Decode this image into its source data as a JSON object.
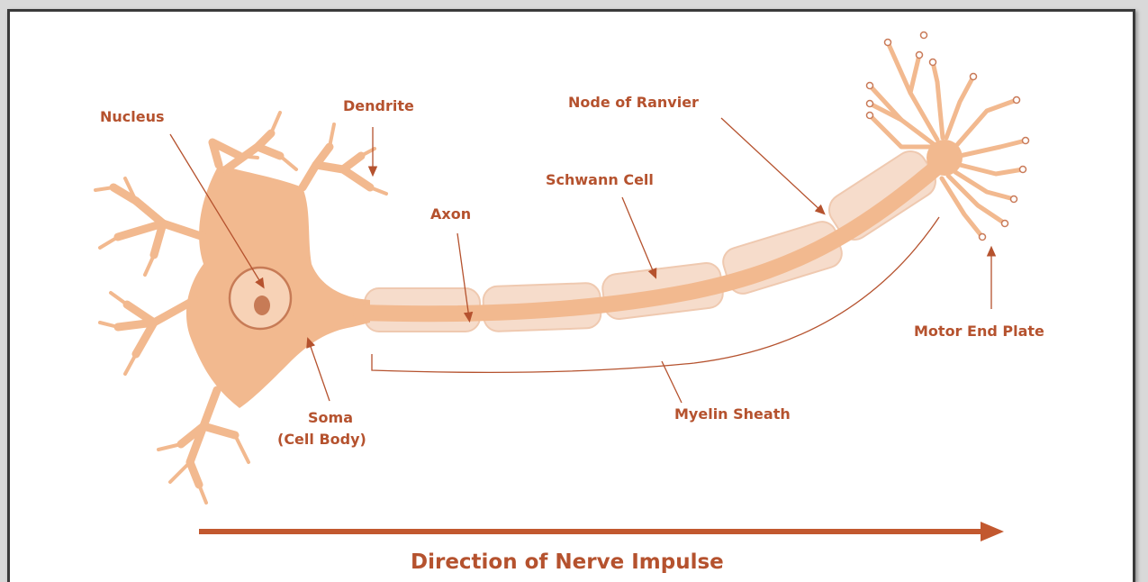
{
  "colors": {
    "neuron_fill": "#f2b98f",
    "sheath_fill": "#f6dccb",
    "label_color": "#b5522e",
    "arrow_color": "#c2582f",
    "frame_border": "#3a3a3a"
  },
  "labels": {
    "nucleus": "Nucleus",
    "dendrite": "Dendrite",
    "node_of_ranvier": "Node of Ranvier",
    "schwann_cell": "Schwann Cell",
    "axon": "Axon",
    "motor_end_plate": "Motor End Plate",
    "soma_line1": "Soma",
    "soma_line2": "(Cell Body)",
    "myelin_sheath": "Myelin Sheath"
  },
  "direction_label": "Direction of Nerve Impulse"
}
